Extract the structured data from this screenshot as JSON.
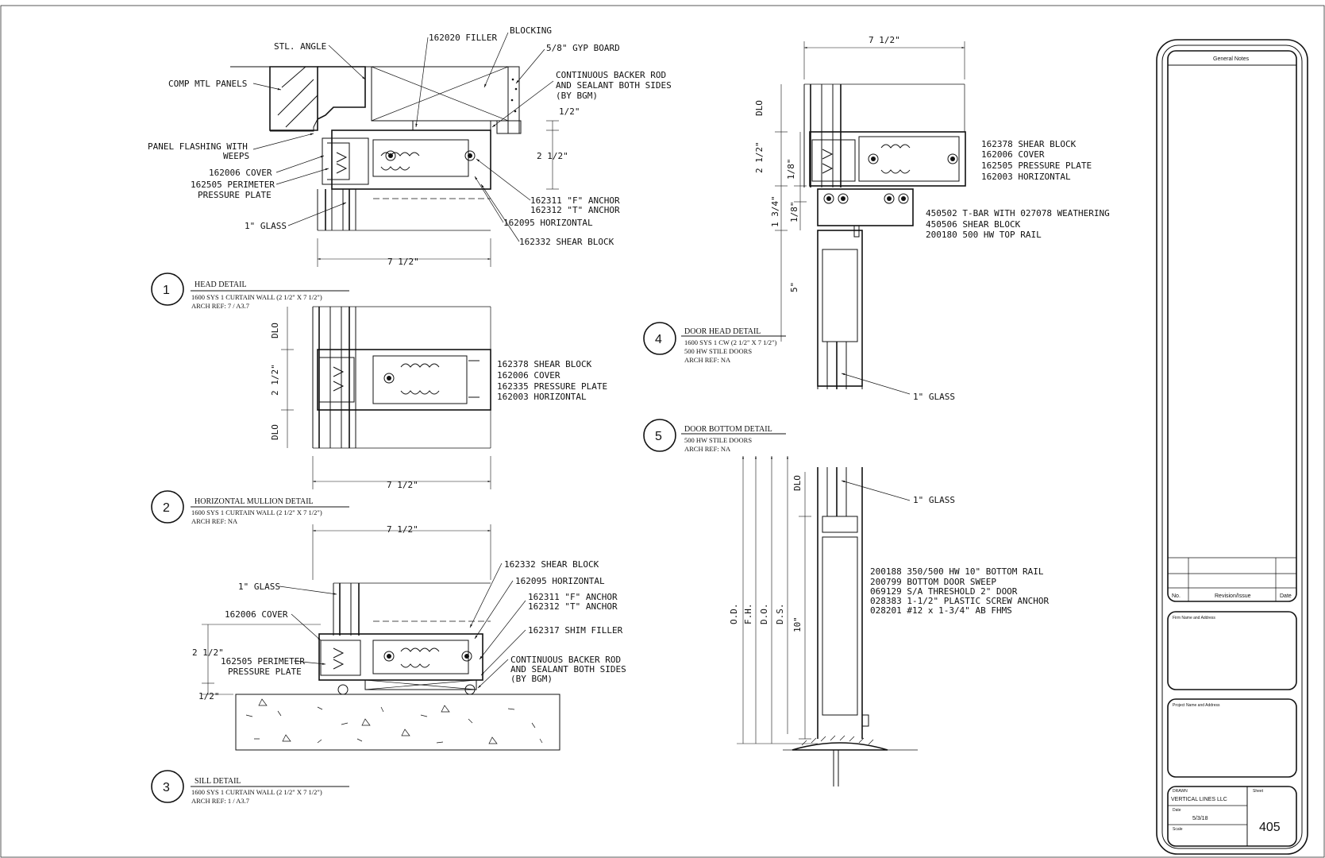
{
  "sheet": {
    "title_block": {
      "general_notes": "General Notes",
      "rev_no": "No.",
      "rev_issue": "Revision/Issue",
      "rev_date": "Date",
      "firm_label": "Firm Name and Address",
      "project_label": "Project Name and Address",
      "drawn_label": "DRAWN",
      "drawn_by": "VERTICAL LINES LLC",
      "sheet_label": "Sheet",
      "sheet_number": "405",
      "date_label": "Date",
      "date": "5/3/18",
      "scale_label": "Scale"
    }
  },
  "detail1": {
    "number": "1",
    "title": "HEAD DETAIL",
    "line2": "1600 SYS 1 CURTAIN WALL (2 1/2\" X 7 1/2\")",
    "line3": "ARCH REF: 7 / A3.7",
    "labels": {
      "stl_angle": "STL. ANGLE",
      "filler": "162020 FILLER",
      "blocking": "BLOCKING",
      "gyp": "5/8\" GYP BOARD",
      "backer1": "CONTINUOUS BACKER ROD",
      "backer2": "AND SEALANT BOTH SIDES",
      "backer3": "(BY BGM)",
      "comp": "COMP MTL PANELS",
      "flash1": "PANEL FLASHING WITH",
      "flash2": "WEEPS",
      "cover": "162006 COVER",
      "pp1": "162505 PERIMETER",
      "pp2": "PRESSURE PLATE",
      "glass": "1\" GLASS",
      "f_anchor": "162311 \"F\" ANCHOR",
      "t_anchor": "162312 \"T\" ANCHOR",
      "horizontal": "162095 HORIZONTAL",
      "shear": "162332 SHEAR BLOCK",
      "dim_half": "1/2\"",
      "dim_2half": "2 1/2\"",
      "dim_width": "7 1/2\""
    }
  },
  "detail2": {
    "number": "2",
    "title": "HORIZONTAL MULLION DETAIL",
    "line2": "1600 SYS 1 CURTAIN WALL (2 1/2\" X 7 1/2\")",
    "line3": "ARCH REF: NA",
    "labels": {
      "l1": "162378 SHEAR BLOCK",
      "l2": "162006 COVER",
      "l3": "162335 PRESSURE PLATE",
      "l4": "162003 HORIZONTAL",
      "dlo": "DLO",
      "dim_2half": "2 1/2\"",
      "dim_width": "7 1/2\""
    }
  },
  "detail3": {
    "number": "3",
    "title": "SILL DETAIL",
    "line2": "1600 SYS 1 CURTAIN WALL (2 1/2\" X 7 1/2\")",
    "line3": "ARCH REF: 1 / A3.7",
    "labels": {
      "glass": "1\" GLASS",
      "cover": "162006 COVER",
      "pp1": "162505 PERIMETER",
      "pp2": "PRESSURE PLATE",
      "shear": "162332 SHEAR BLOCK",
      "horizontal": "162095 HORIZONTAL",
      "f_anchor": "162311 \"F\" ANCHOR",
      "t_anchor": "162312 \"T\" ANCHOR",
      "shim": "162317 SHIM FILLER",
      "backer1": "CONTINUOUS BACKER ROD",
      "backer2": "AND SEALANT BOTH SIDES",
      "backer3": "(BY BGM)",
      "dim_2half": "2 1/2\"",
      "dim_half": "1/2\"",
      "dim_width": "7 1/2\""
    }
  },
  "detail4": {
    "number": "4",
    "title": "DOOR HEAD DETAIL",
    "line2": "1600 SYS 1 CW (2 1/2\" X 7 1/2\")",
    "line3": "500 HW STILE DOORS",
    "line4": "ARCH REF: NA",
    "labels": {
      "l1": "162378 SHEAR BLOCK",
      "l2": "162006 COVER",
      "l3": "162505 PRESSURE PLATE",
      "l4": "162003 HORIZONTAL",
      "t1": "450502 T-BAR WITH 027078 WEATHERING",
      "t2": "450506 SHEAR BLOCK",
      "t3": "200180  500 HW TOP RAIL",
      "glass": "1\" GLASS",
      "dlo": "DLO",
      "dim_2half": "2 1/2\"",
      "dim_1_8a": "1/8\"",
      "dim_1_3_4": "1 3/4\"",
      "dim_1_8b": "1/8\"",
      "dim_5": "5\"",
      "dim_width": "7 1/2\""
    }
  },
  "detail5": {
    "number": "5",
    "title": "DOOR BOTTOM DETAIL",
    "line2": "500 HW STILE DOORS",
    "line3": "ARCH REF: NA",
    "labels": {
      "glass": "1\" GLASS",
      "b1": "200188  350/500 HW 10\" BOTTOM RAIL",
      "b2": "200799  BOTTOM DOOR SWEEP",
      "b3": "069129  S/A THRESHOLD 2\" DOOR",
      "b4": "028383  1-1/2\" PLASTIC SCREW ANCHOR",
      "b5": "028201  #12 x 1-3/4\" AB FHMS",
      "od": "O.D.",
      "fh": "F.H.",
      "do": "D.O.",
      "ds": "D.S.",
      "dlo": "DLO",
      "dim_10": "10\""
    }
  }
}
